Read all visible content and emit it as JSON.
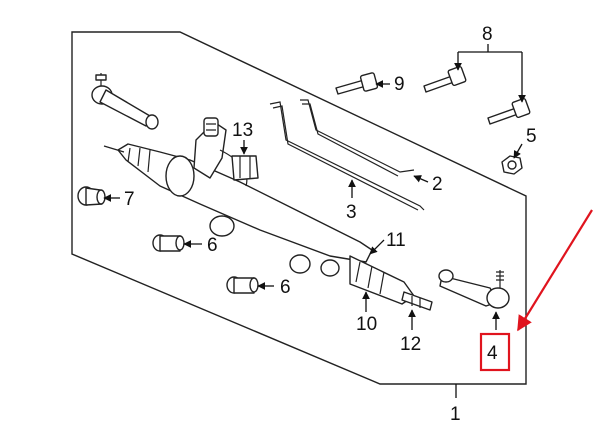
{
  "callouts": {
    "c1": "1",
    "c2": "2",
    "c3": "3",
    "c4": "4",
    "c5": "5",
    "c6a": "6",
    "c6b": "6",
    "c7": "7",
    "c8": "8",
    "c9": "9",
    "c10": "10",
    "c11": "11",
    "c12": "12",
    "c13": "13"
  },
  "colors": {
    "ink": "#222222",
    "highlight": "#e0141e",
    "background": "#ffffff"
  },
  "icons": {
    "arrow": "red-pointer-arrow",
    "highlight_box": "red-highlight-box"
  }
}
